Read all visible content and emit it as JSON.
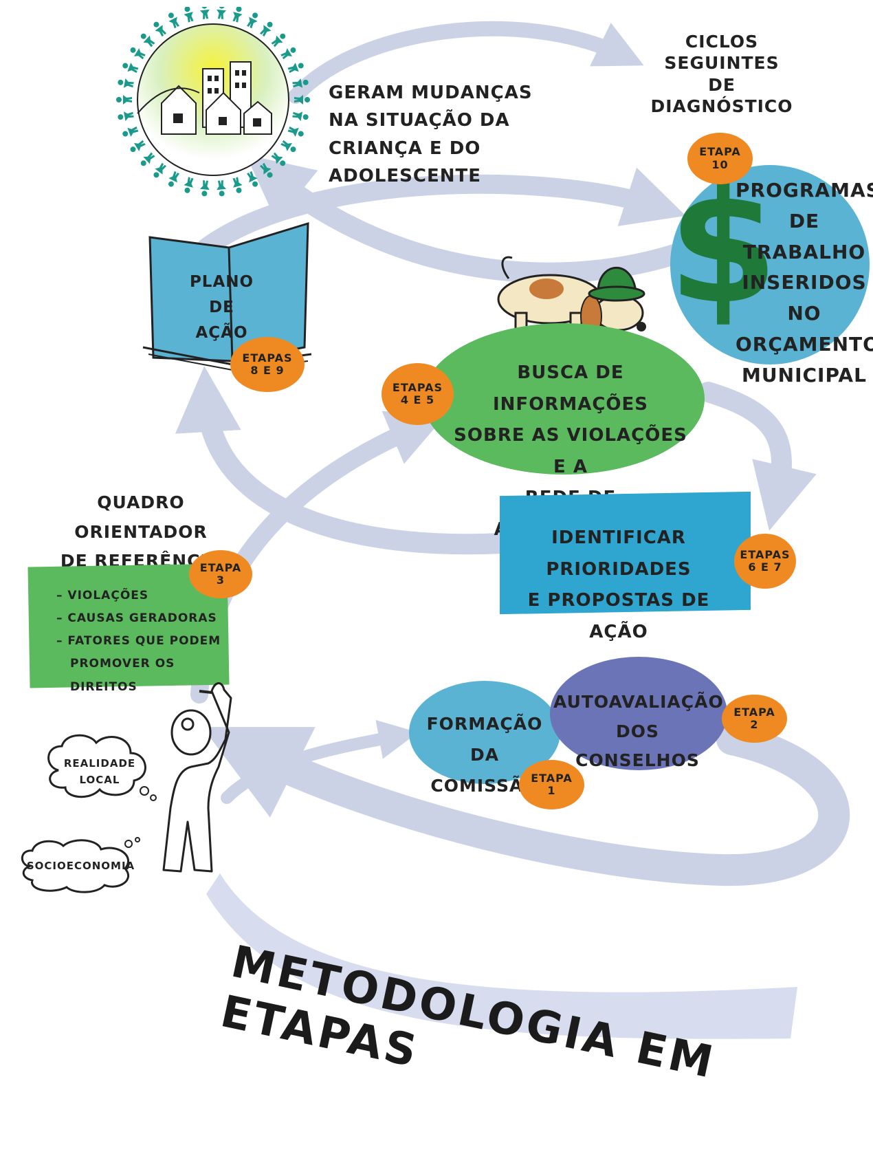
{
  "cycle": {
    "title_line1": "Ciclos seguintes",
    "title_line2": "de diagnóstico"
  },
  "changes": {
    "line1": "Geram mudanças",
    "line2": "na situação da",
    "line3": "criança e do adolescente"
  },
  "plan": {
    "line1": "Plano de",
    "line2": "ação",
    "badge_line1": "Etapas",
    "badge_line2": "8 e 9"
  },
  "programs": {
    "line1": "Programas",
    "line2": "de trabalho",
    "line3": "inseridos no",
    "line4": "orçamento",
    "line5": "municipal",
    "badge_line1": "Etapa",
    "badge_line2": "10"
  },
  "search": {
    "line1": "Busca de informações",
    "line2": "sobre as violações e a",
    "line3": "rede de atendimento",
    "badge_line1": "Etapas",
    "badge_line2": "4 e 5"
  },
  "priorities": {
    "line1": "Identificar prioridades",
    "line2": "e propostas de ação",
    "badge_line1": "Etapas",
    "badge_line2": "6 e 7"
  },
  "framework": {
    "title_line1": "Quadro orientador",
    "title_line2": "de referência",
    "badge_line1": "Etapa",
    "badge_line2": "3",
    "items": [
      "– Violações",
      "– Causas geradoras",
      "– Fatores que podem",
      "promover os direitos"
    ]
  },
  "commission": {
    "line1": "Formação da",
    "line2": "comissão",
    "badge_line1": "Etapa",
    "badge_line2": "1"
  },
  "selfeval": {
    "line1": "Autoavaliação",
    "line2": "dos conselhos",
    "badge_line1": "Etapa",
    "badge_line2": "2"
  },
  "thoughts": {
    "cloud1_line1": "Realidade",
    "cloud1_line2": "local",
    "cloud2": "Socioeconomia"
  },
  "footer_title": "Metodologia em etapas",
  "colors": {
    "arrow": "#ccd2e6",
    "green": "#5cba5e",
    "blue": "#5ab3d3",
    "cyan": "#2ea6cf",
    "purple": "#6c74b8",
    "orange": "#ef8a22",
    "teal": "#1a9a8a",
    "dollar": "#1f7a3a"
  },
  "icons": [
    "city-globe-icon",
    "open-book-icon",
    "dollar-icon",
    "dog-detective-icon",
    "person-thinking-icon",
    "thought-cloud-icon"
  ]
}
